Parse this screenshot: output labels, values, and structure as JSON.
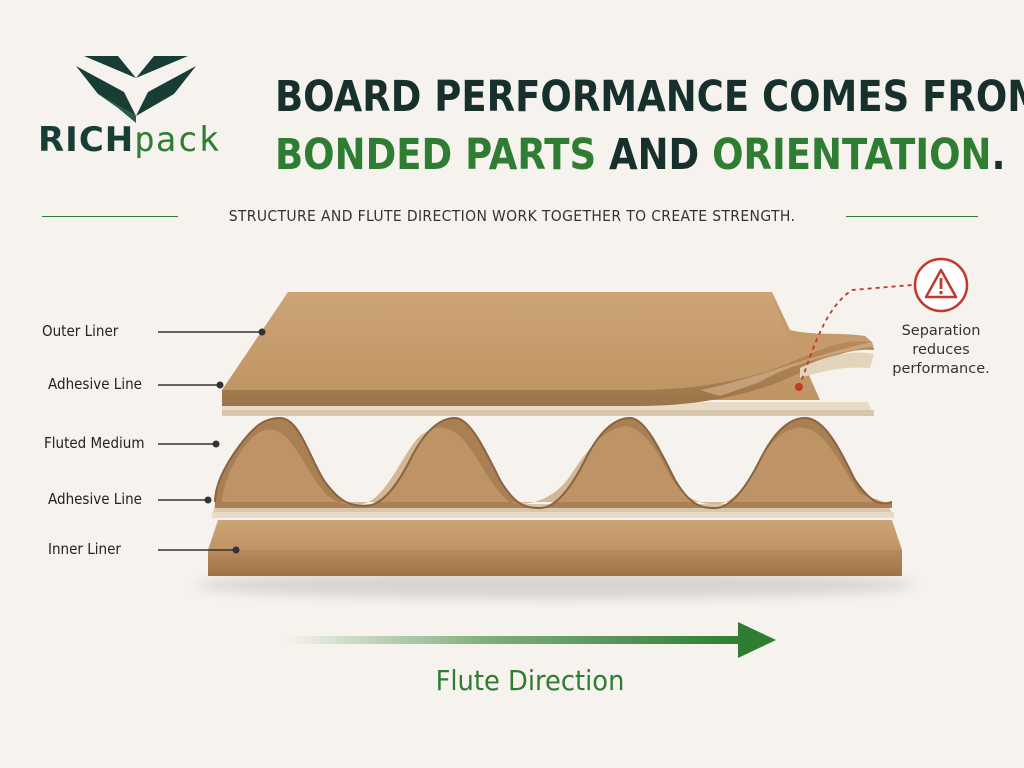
{
  "brand": {
    "name_part1": "RICH",
    "name_part2": "pack",
    "logo_icon": "diamond-logo-icon",
    "colors": {
      "dark": "#183d34",
      "green": "#2e7d32"
    }
  },
  "headline": {
    "line1": "BOARD PERFORMANCE COMES FROM",
    "line2_part1": "BONDED PARTS",
    "line2_part2": " AND ",
    "line2_part3": "ORIENTATION",
    "line2_part4": "."
  },
  "subtitle": "STRUCTURE AND FLUTE DIRECTION WORK TOGETHER TO CREATE STRENGTH.",
  "layers": [
    {
      "label": "Outer Liner"
    },
    {
      "label": "Adhesive Line"
    },
    {
      "label": "Fluted Medium"
    },
    {
      "label": "Adhesive Line"
    },
    {
      "label": "Inner Liner"
    }
  ],
  "warning": {
    "icon": "warning-triangle-icon",
    "text_line1": "Separation",
    "text_line2": "reduces",
    "text_line3": "performance.",
    "color": "#c0392b"
  },
  "flute_direction": {
    "label": "Flute Direction",
    "arrow_icon": "right-arrow-icon"
  },
  "colors": {
    "background": "#f6f3ee",
    "kraft": "#c49a6c",
    "kraft_dark": "#a97f53"
  }
}
